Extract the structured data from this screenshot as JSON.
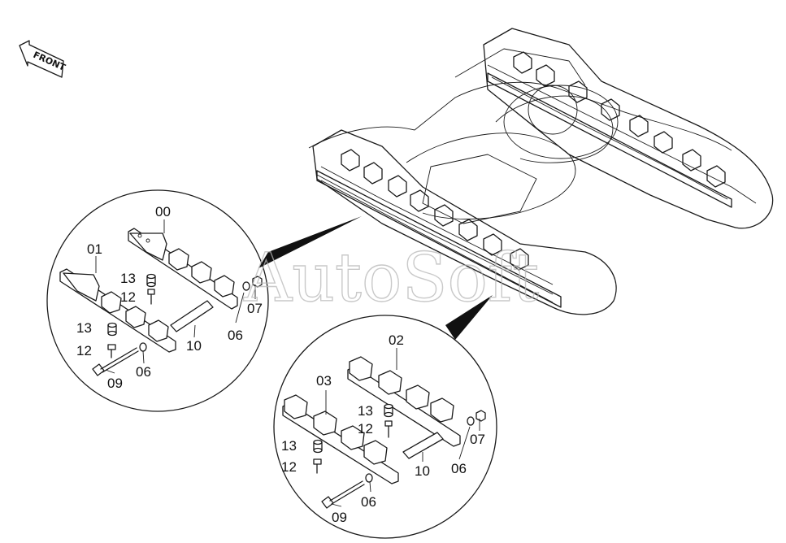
{
  "orientation_label": "FRONT",
  "watermark_text": "AutoSoft",
  "detail_left": {
    "callouts": {
      "p00": "00",
      "p01": "01",
      "p13a": "13",
      "p12a": "12",
      "p13b": "13",
      "p12b": "12",
      "p10": "10",
      "p06a": "06",
      "p07": "07",
      "p09": "09",
      "p06b": "06"
    }
  },
  "detail_right": {
    "callouts": {
      "p02": "02",
      "p03": "03",
      "p13a": "13",
      "p12a": "12",
      "p13b": "13",
      "p12b": "12",
      "p10": "10",
      "p06a": "06",
      "p07": "07",
      "p09": "09",
      "p06b": "06"
    }
  },
  "colors": {
    "line": "#1a1a1a",
    "watermark": "#b8b8b8",
    "background": "#ffffff"
  }
}
